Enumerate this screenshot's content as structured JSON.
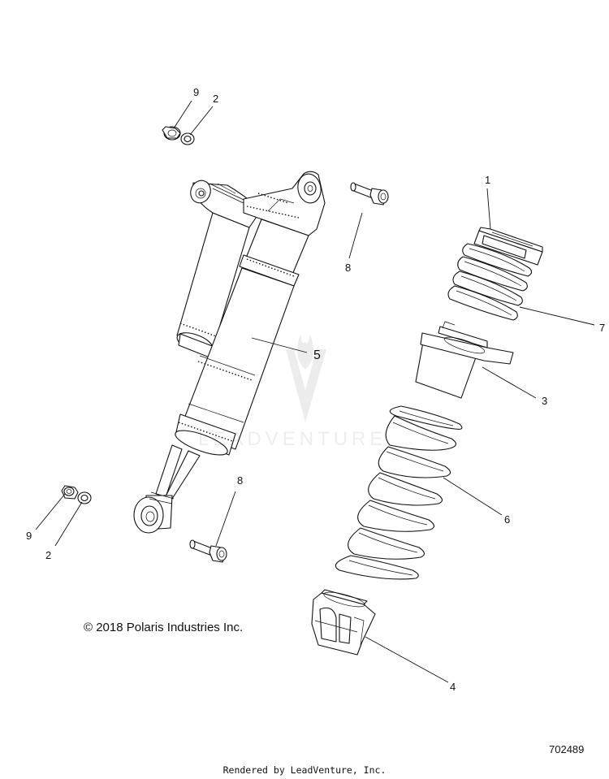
{
  "callouts": {
    "c9a": "9",
    "c2a": "2",
    "c1": "1",
    "c8a": "8",
    "c7": "7",
    "c5": "5",
    "c3": "3",
    "c8b": "8",
    "c6": "6",
    "c9b": "9",
    "c2b": "2",
    "c4": "4"
  },
  "footer": {
    "copyright": "© 2018 Polaris Industries Inc.",
    "diagram_number": "702489",
    "rendered_by": "Rendered by LeadVenture, Inc."
  },
  "watermark": {
    "text": "LEADVENTURE"
  }
}
